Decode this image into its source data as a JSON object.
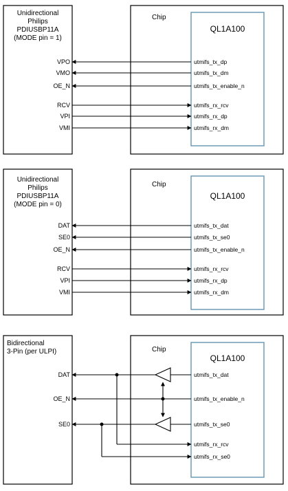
{
  "panels": [
    {
      "header": [
        "Unidirectional",
        "Philips",
        "PDIUSBP11A",
        "(MODE pin = 1)"
      ],
      "chip_label": "Chip",
      "core_label": "QL1A100",
      "signals": [
        {
          "pin": "VPO",
          "net": "utmifs_tx_dp",
          "dir": "out"
        },
        {
          "pin": "VMO",
          "net": "utmifs_tx_dm",
          "dir": "out"
        },
        {
          "pin": "OE_N",
          "net": "utmifs_tx_enable_n",
          "dir": "out"
        },
        {
          "pin": "RCV",
          "net": "utmifs_rx_rcv",
          "dir": "in"
        },
        {
          "pin": "VPI",
          "net": "utmifs_rx_dp",
          "dir": "in"
        },
        {
          "pin": "VMI",
          "net": "utmifs_rx_dm",
          "dir": "in"
        }
      ]
    },
    {
      "header": [
        "Unidirectional",
        "Philips",
        "PDIUSBP11A",
        "(MODE pin = 0)"
      ],
      "chip_label": "Chip",
      "core_label": "QL1A100",
      "signals": [
        {
          "pin": "DAT",
          "net": "utmifs_tx_dat",
          "dir": "out"
        },
        {
          "pin": "SE0",
          "net": "utmifs_tx_se0",
          "dir": "out"
        },
        {
          "pin": "OE_N",
          "net": "utmifs_tx_enable_n",
          "dir": "out"
        },
        {
          "pin": "RCV",
          "net": "utmifs_rx_rcv",
          "dir": "in"
        },
        {
          "pin": "VPI",
          "net": "utmifs_rx_dp",
          "dir": "in"
        },
        {
          "pin": "VMI",
          "net": "utmifs_rx_dm",
          "dir": "in"
        }
      ]
    },
    {
      "header": [
        "Bidirectional",
        "3-Pin (per ULPI)"
      ],
      "chip_label": "Chip",
      "core_label": "QL1A100",
      "pins": [
        "DAT",
        "OE_N",
        "SE0"
      ],
      "nets": [
        "utmifs_tx_dat",
        "utmifs_tx_enable_n",
        "utmifs_tx_se0",
        "utmifs_rx_rcv",
        "utmifs_rx_se0"
      ]
    }
  ]
}
